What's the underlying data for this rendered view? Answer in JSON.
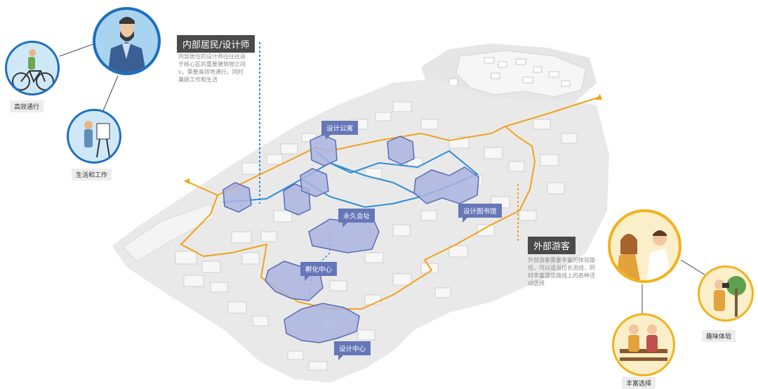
{
  "residents": {
    "title": "内部居民/设计师",
    "description": [
      "内部居住的设计师往往往返",
      "于核心区的重要建筑物之间",
      "v，需要高效地通行，同时",
      "兼顾工作和生活"
    ],
    "roles": [
      "高效通行",
      "生活和工作"
    ]
  },
  "visitors": {
    "title": "外部游客",
    "description": [
      "外部游客需要丰富的体验路",
      "径，可以适当拉长流线，同",
      "时丰富游览路线上的各种活",
      "动选择"
    ],
    "roles": [
      "趣味体验",
      "丰富选择"
    ]
  },
  "buildings": {
    "apartment": "设计公寓",
    "library": "设计图书馆",
    "hall": "永久会址",
    "incubator": "孵化中心",
    "design_center": "设计中心"
  },
  "colors": {
    "internal_route": "#2e8fd4",
    "visitor_route": "#f0a21c",
    "building_fill": "#aab4e0",
    "building_stroke": "#5b6bb5",
    "resident_ring": "#1d6fc0",
    "visitor_ring": "#f2b21b"
  },
  "icons": [
    "bicycle-rider-icon",
    "designer-portrait-icon",
    "painter-easel-icon",
    "couple-icon",
    "photographer-icon",
    "bench-couple-icon"
  ]
}
